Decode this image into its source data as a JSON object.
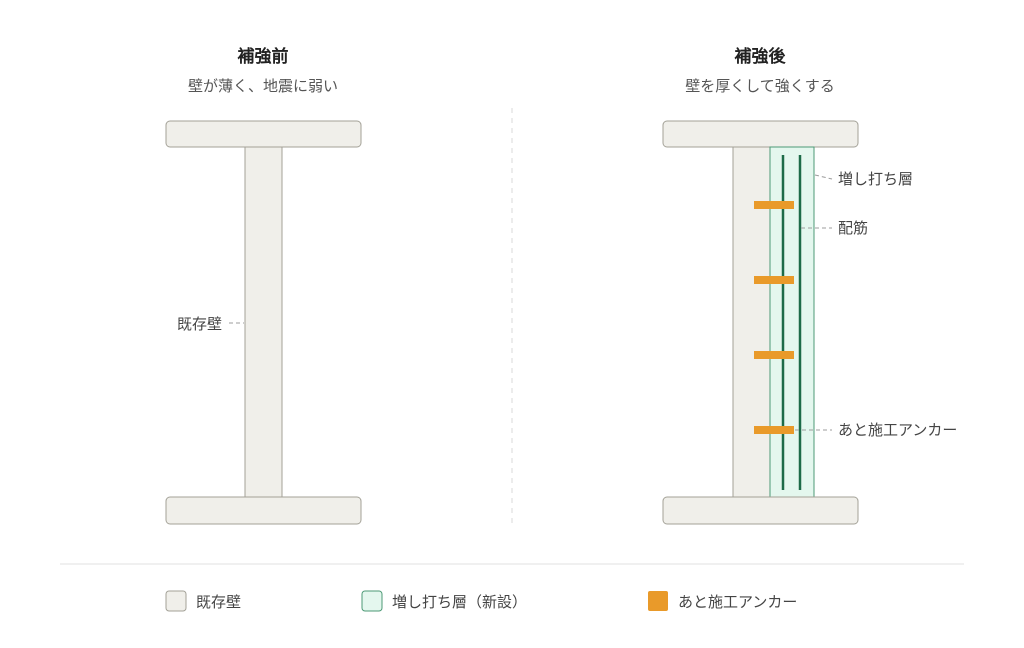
{
  "colors": {
    "existing_wall_fill": "#f0efea",
    "existing_wall_stroke": "#a3a197",
    "new_layer_fill": "#e4f7ee",
    "new_layer_stroke": "#4d9a76",
    "rebar": "#1d6b48",
    "anchor": "#e99a2a",
    "leader": "#9c9c9c",
    "divider": "#d9d9d9"
  },
  "before": {
    "title": "補強前",
    "subtitle": "壁が薄く、地震に弱い",
    "labels": {
      "existing_wall": "既存壁"
    }
  },
  "after": {
    "title": "補強後",
    "subtitle": "壁を厚くして強くする",
    "labels": {
      "added_layer": "増し打ち層",
      "rebar": "配筋",
      "anchor": "あと施工アンカー"
    },
    "anchor_count": 4
  },
  "legend": {
    "items": [
      {
        "key": "existing",
        "label": "既存壁"
      },
      {
        "key": "new",
        "label": "増し打ち層（新設）"
      },
      {
        "key": "anchor",
        "label": "あと施工アンカー"
      }
    ]
  }
}
